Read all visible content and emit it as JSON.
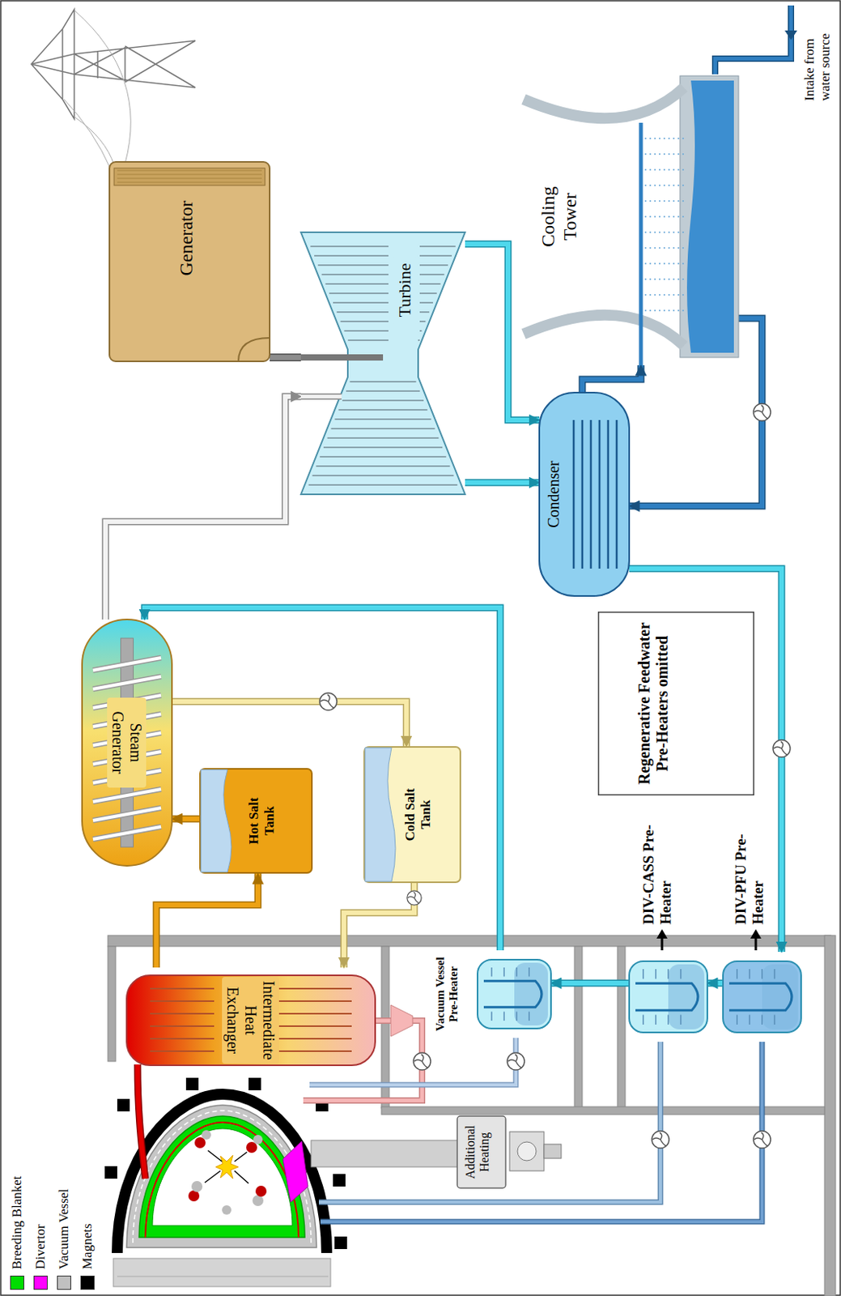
{
  "diagram": {
    "nodes": [
      {
        "text": [
          "Intermediate Heat Exchanger"
        ]
      },
      {
        "text": [
          "Hot Salt Tank"
        ]
      },
      {
        "text": [
          "Cold Salt Tank"
        ]
      },
      {
        "text": [
          "Steam Generator"
        ]
      },
      {
        "text": [
          "Turbine"
        ]
      },
      {
        "text": [
          "Generator"
        ]
      },
      {
        "text": [
          "Condenser"
        ]
      },
      {
        "text": [
          "Cooling Tower"
        ]
      },
      {
        "text": [
          "Vacuum Vessel Pre-Heater"
        ]
      },
      {
        "text": [
          "Additional Heating"
        ]
      },
      {
        "text": [
          "DIV-CASS Pre-Heater"
        ]
      },
      {
        "text": [
          "DIV-PFU Pre-Heater"
        ]
      },
      {
        "text": [
          "Regenerative Feedwater Pre-Heaters omitted"
        ]
      }
    ],
    "edges": [
      {
        "from": 0,
        "to": 1,
        "arrow": "to"
      },
      {
        "from": 1,
        "to": 3,
        "arrow": "to"
      },
      {
        "from": 3,
        "to": 2,
        "arrow": "to"
      },
      {
        "from": 2,
        "to": 0,
        "arrow": "to"
      },
      {
        "from": 3,
        "to": 4,
        "arrow": "to"
      },
      {
        "from": 4,
        "to": 5,
        "arrow": "none"
      },
      {
        "from": 4,
        "to": 6,
        "arrow": "to"
      },
      {
        "from": 4,
        "to": 6,
        "arrow": "to"
      },
      {
        "from": 6,
        "to": 7,
        "arrow": "to"
      },
      {
        "from": 7,
        "to": 6,
        "arrow": "to"
      },
      {
        "from": 6,
        "to": 11,
        "arrow": "to"
      },
      {
        "from": 11,
        "to": 10,
        "arrow": "to"
      },
      {
        "from": 10,
        "to": 8,
        "arrow": "to"
      },
      {
        "from": 8,
        "to": 3,
        "arrow": "to"
      }
    ],
    "labels": [
      "Intake from water source"
    ],
    "legend": [
      {
        "text": "Breeding Blanket",
        "color": "#00dd00"
      },
      {
        "text": "Divertor",
        "color": "#ff00ff"
      },
      {
        "text": "Vacuum Vessel",
        "color": "#c0c0c0"
      },
      {
        "text": "Magnets",
        "color": "#000000"
      }
    ]
  }
}
